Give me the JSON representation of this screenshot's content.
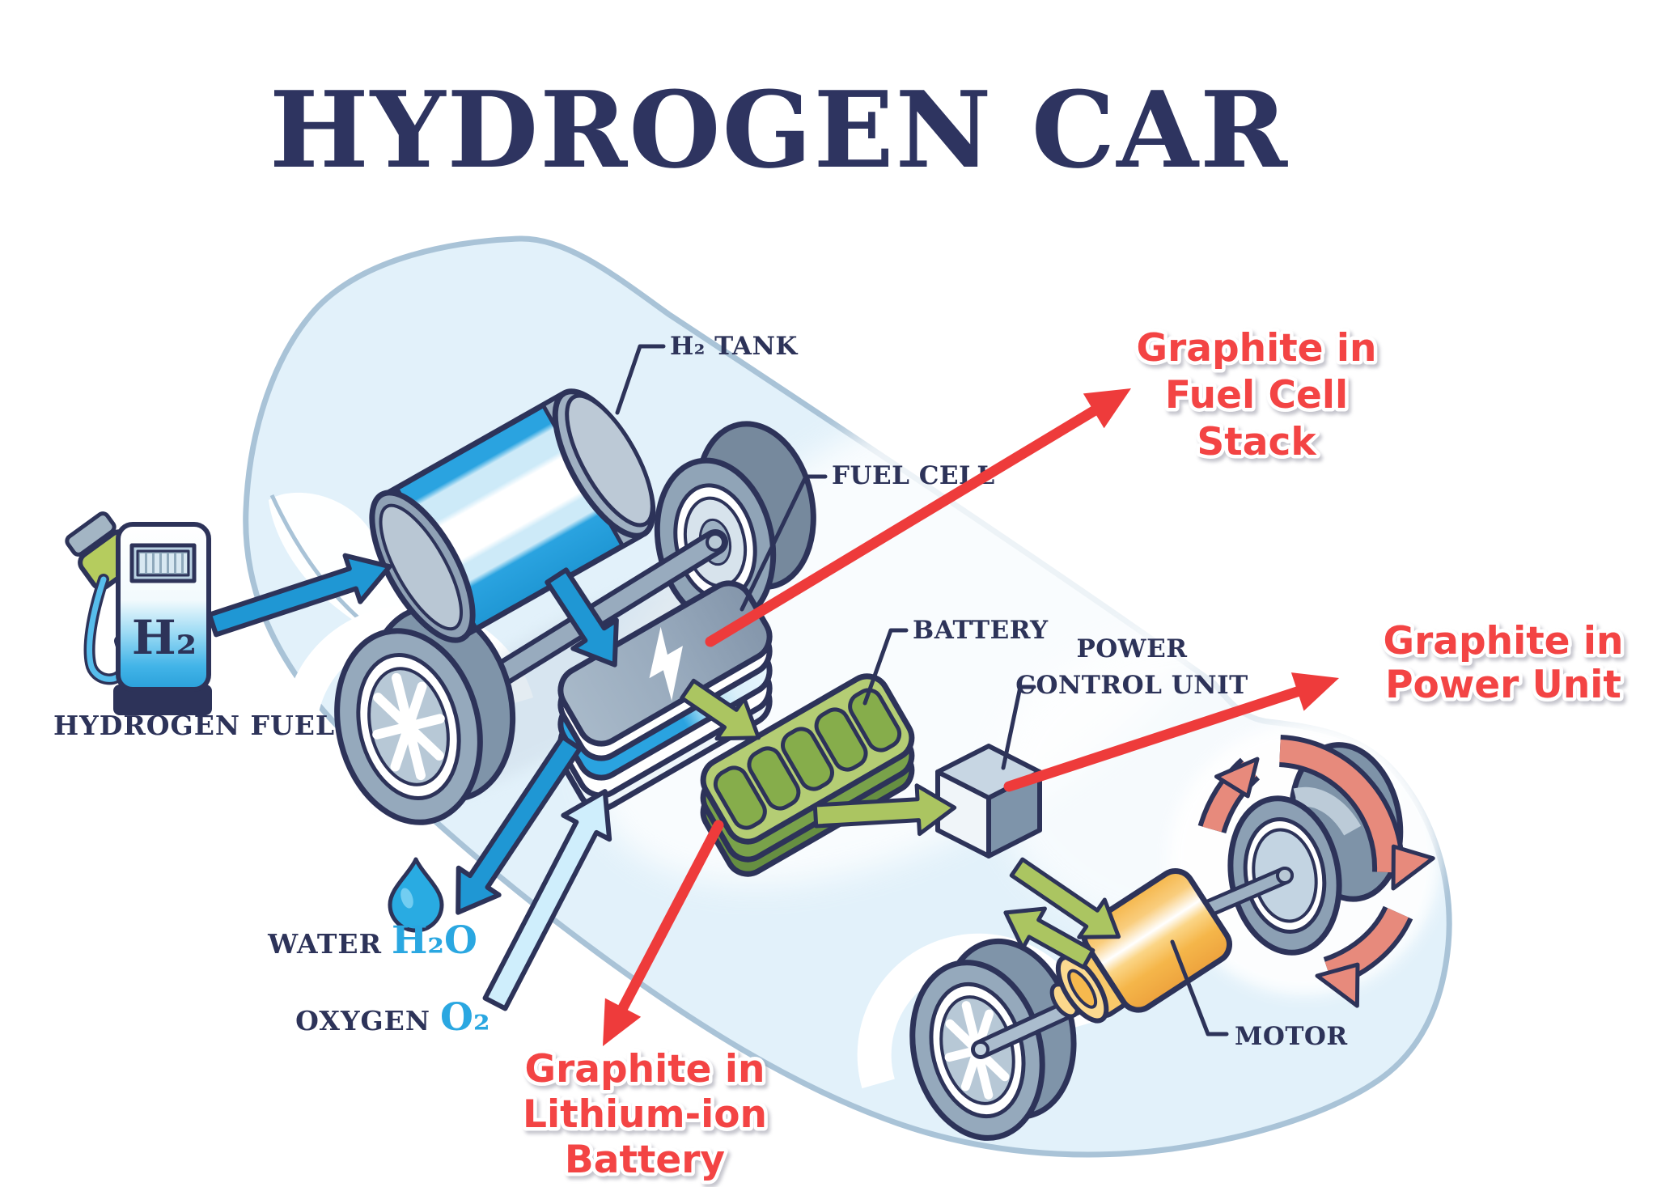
{
  "title": "HYDROGEN CAR",
  "station": {
    "pump_label": "H₂",
    "caption": "HYDROGEN FUEL"
  },
  "components": {
    "h2_tank": "H₂ TANK",
    "fuel_cell": "FUEL CELL",
    "battery": "BATTERY",
    "power_control_unit_line1": "POWER",
    "power_control_unit_line2": "CONTROL UNIT",
    "motor": "MOTOR"
  },
  "byproducts": {
    "water_label": "WATER",
    "water_formula": "H₂O",
    "oxygen_label": "OXYGEN",
    "oxygen_formula": "O₂"
  },
  "graphite_annotations": {
    "fuel_cell_stack": {
      "lines": [
        "Graphite in",
        "Fuel Cell",
        "Stack"
      ]
    },
    "power_unit": {
      "lines": [
        "Graphite in",
        "Power Unit"
      ]
    },
    "lithium_ion_battery": {
      "lines": [
        "Graphite in",
        "Lithium-ion",
        "Battery"
      ]
    }
  },
  "palette": {
    "navy_outline": "#2d3359",
    "title_navy": "#2e3460",
    "annotation_red": "#f34444",
    "arrow_red": "#ee3b3b",
    "hydrogen_blue": "#2196d4",
    "formula_blue": "#2aa7e1",
    "car_body_blue": "#e2f1fa",
    "car_edge_blue": "#a9c3d7",
    "battery_green": "#b4cd74",
    "energy_arrow_green": "#abc561",
    "motor_orange": "#f6b94e",
    "rotation_salmon": "#e78a7c",
    "oxygen_pale_blue": "#cfeefc",
    "wheel_gray": "#95a9bc"
  }
}
